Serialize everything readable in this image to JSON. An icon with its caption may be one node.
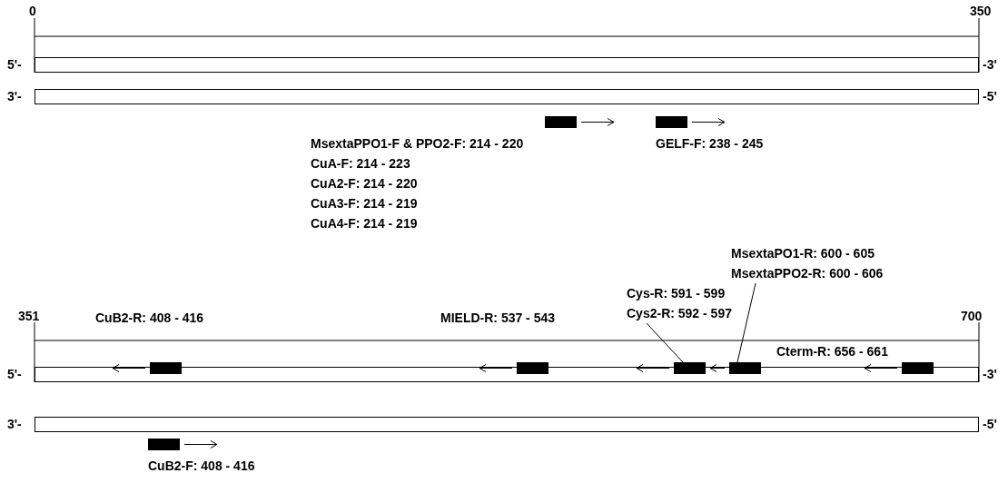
{
  "diagram": {
    "nodes": [
      {
        "text": [],
        "shape": "bar",
        "beside": [
          "MsextaPPO1-F & PPO2-F: 214 - 220",
          "CuA-F: 214 - 223",
          "CuA2-F: 214 - 220",
          "CuA3-F: 214 - 219",
          "CuA4-F: 214 - 219"
        ]
      },
      {
        "text": [],
        "shape": "bar",
        "beside": [
          "GELF-F: 238 - 245"
        ]
      },
      {
        "text": [],
        "shape": "bar",
        "beside": [
          "CuB2-R: 408 - 416"
        ]
      },
      {
        "text": [],
        "shape": "bar",
        "beside": [
          "MIELD-R: 537 - 543"
        ]
      },
      {
        "text": [],
        "shape": "bar"
      },
      {
        "text": [],
        "shape": "bar"
      },
      {
        "text": [],
        "shape": "bar",
        "beside": [
          "Cterm-R: 656 - 661"
        ]
      },
      {
        "text": [],
        "shape": "bar",
        "beside": [
          "CuB2-F: 408 - 416"
        ]
      },
      {
        "text": [
          "Cys-R: 591 - 599",
          "Cys2-R: 592 - 597"
        ]
      },
      {
        "text": [
          "MsextaPO1-R: 600 - 605",
          "MsextaPPO2-R: 600 - 606"
        ]
      },
      {
        "text": [],
        "shape": "box"
      },
      {
        "text": [],
        "shape": "box"
      },
      {
        "text": [],
        "shape": "box"
      },
      {
        "text": [],
        "shape": "box"
      }
    ],
    "edges": [
      {
        "from": 8,
        "to": 4,
        "arrow": "none"
      },
      {
        "from": 9,
        "to": 5,
        "arrow": "none"
      }
    ],
    "labels": [
      "0",
      "350",
      "5'-",
      "-3'",
      "3'-",
      "-5'",
      "351",
      "700",
      "5'-",
      "-3'",
      "3'-",
      "-5'"
    ]
  }
}
